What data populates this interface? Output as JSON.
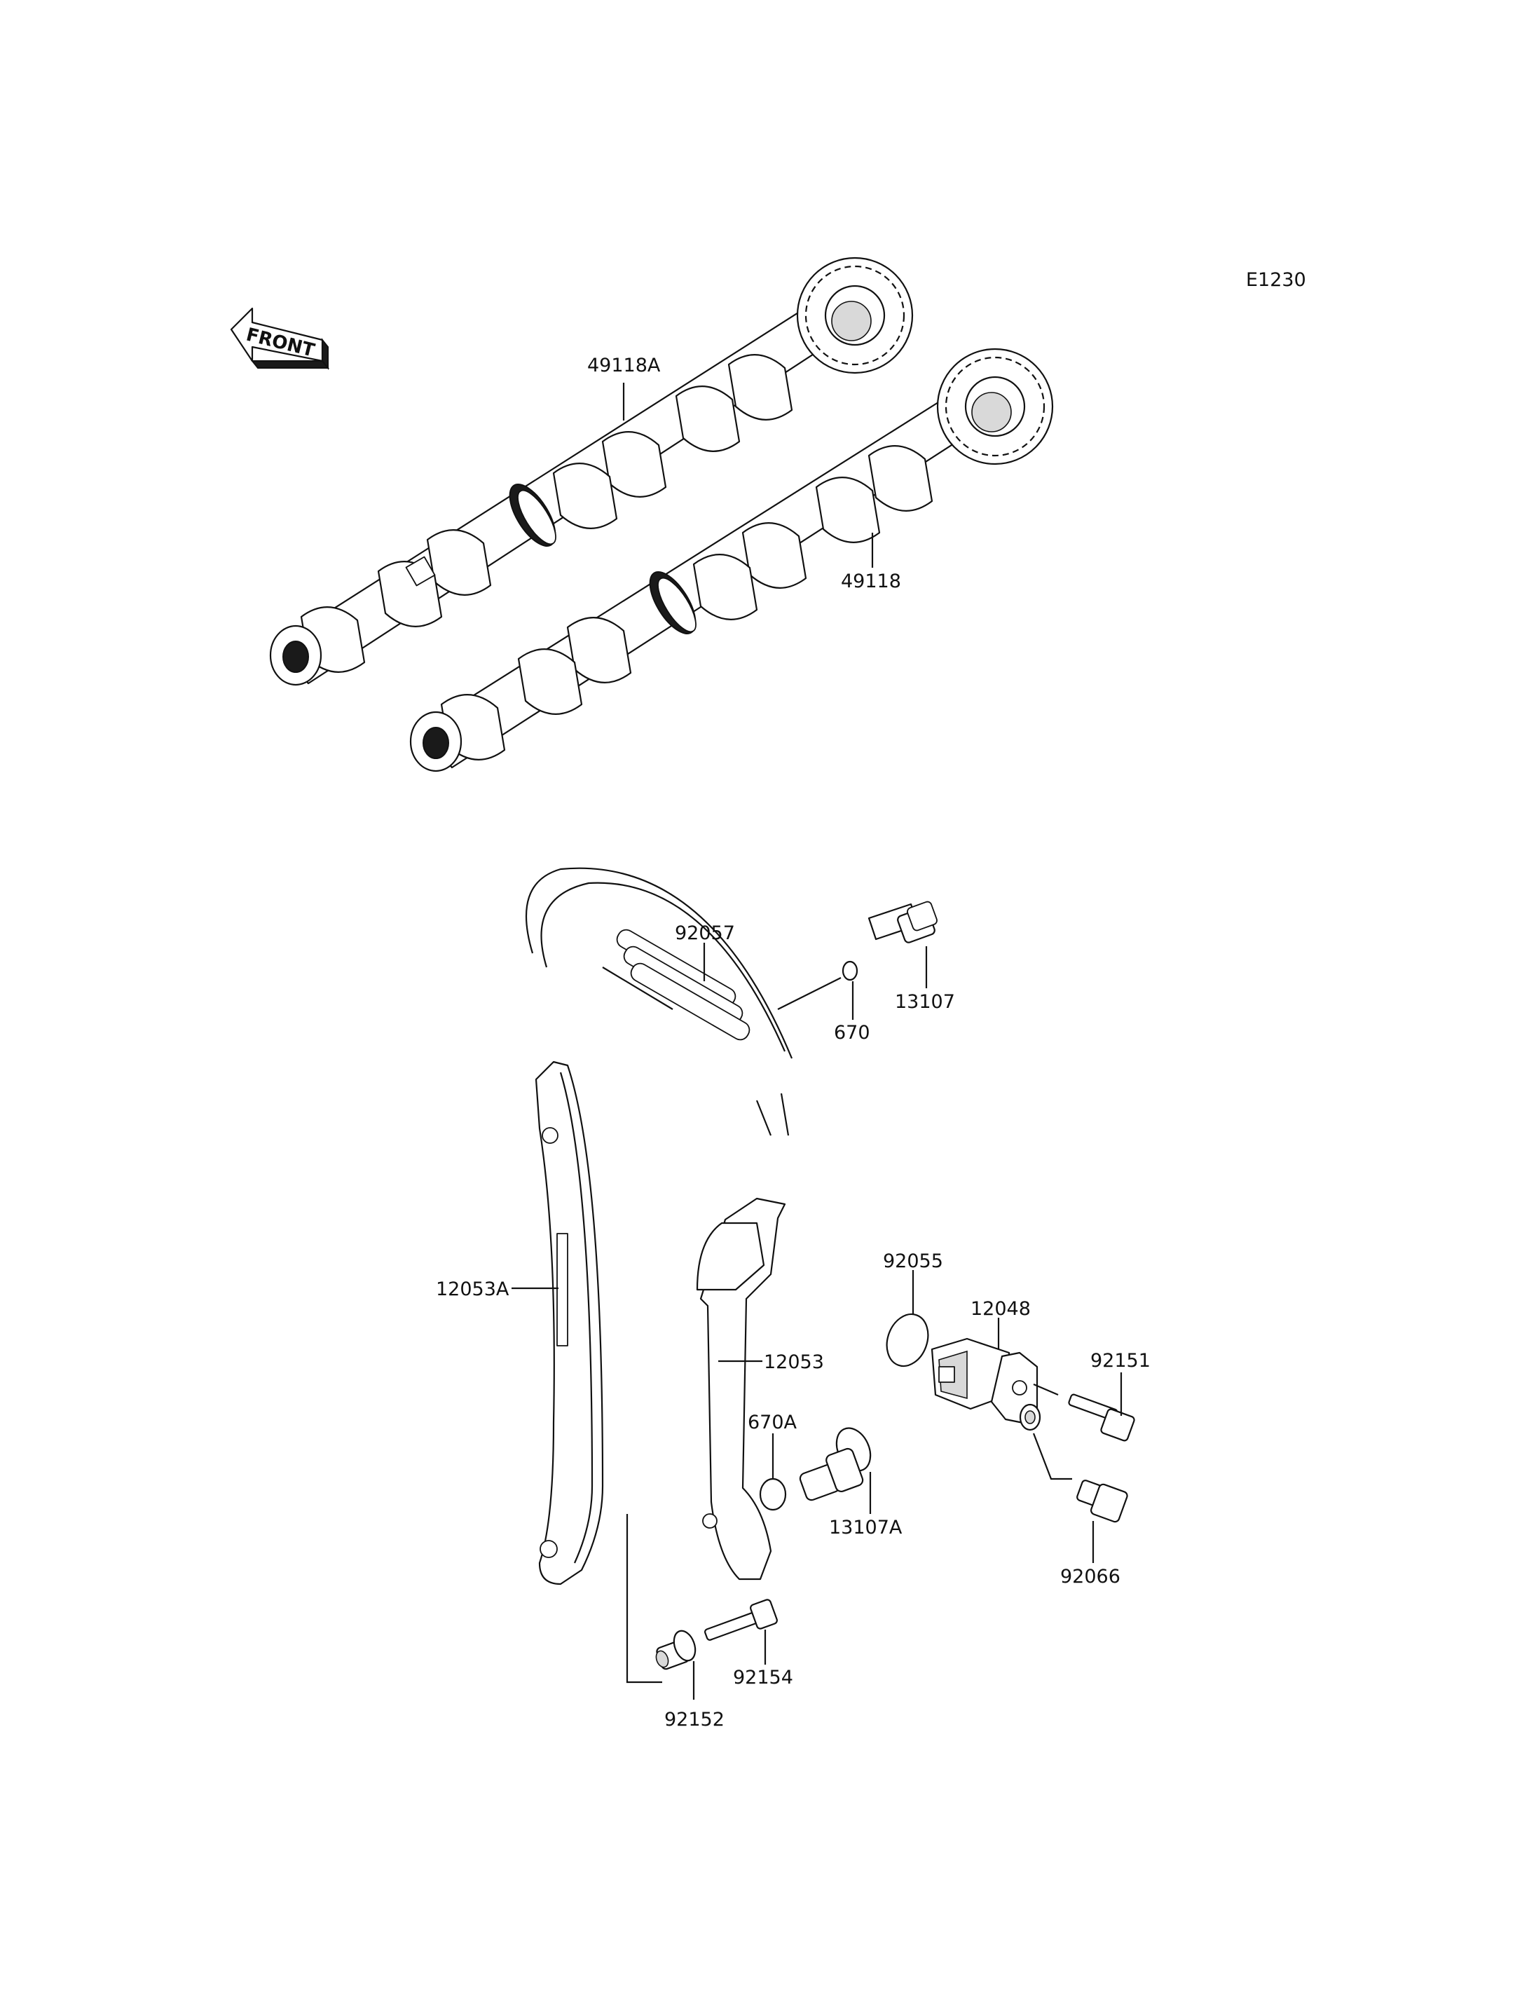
{
  "diagram_code": "E1230",
  "front_label": "FRONT",
  "labels": {
    "p49118A": "49118A",
    "p49118": "49118",
    "p92057": "92057",
    "p13107": "13107",
    "p670": "670",
    "p12053A": "12053A",
    "p12053": "12053",
    "p670A": "670A",
    "p13107A": "13107A",
    "p92055": "92055",
    "p12048": "12048",
    "p92151": "92151",
    "p92066": "92066",
    "p92154": "92154",
    "p92152": "92152"
  }
}
